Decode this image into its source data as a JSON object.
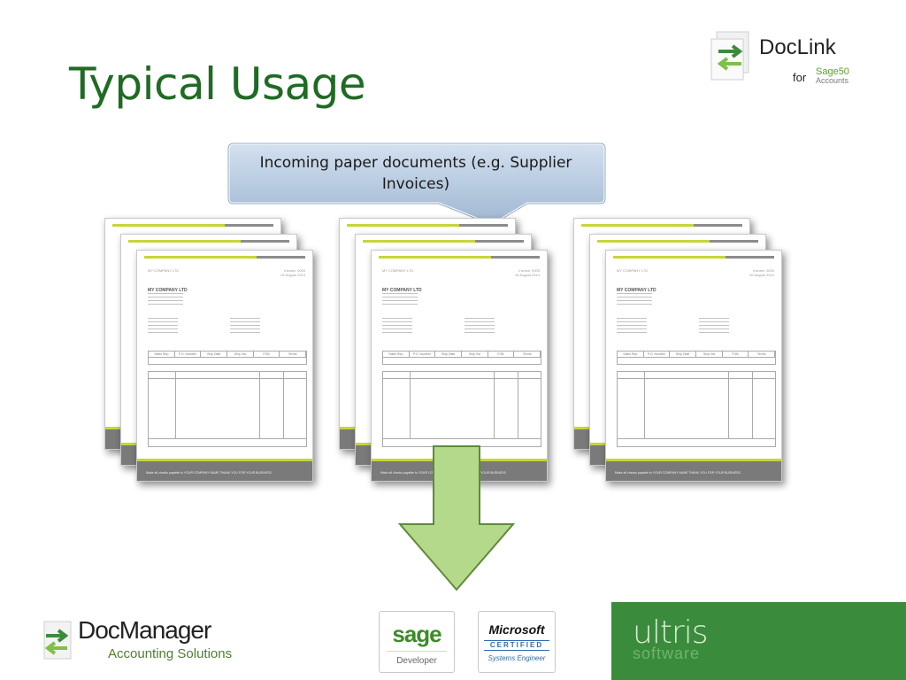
{
  "slide": {
    "title": "Typical Usage"
  },
  "doclink_logo": {
    "name": "DocLink",
    "for": "for",
    "sage": "Sage50",
    "sage_sub": "Accounts"
  },
  "callout": {
    "text": "Incoming paper documents (e.g. Supplier Invoices)"
  },
  "invoice": {
    "company": "MY COMPANY LTD",
    "invoice_no": "Invoice: 0000",
    "date": "02 August 2014",
    "table1_headers": [
      "Sales Rep",
      "P.O. Number",
      "Ship Date",
      "Ship Via",
      "FOB",
      "Terms"
    ],
    "footer": "Make all checks payable to YOUR COMPANY NAME  THANK YOU FOR YOUR BUSINESS"
  },
  "bottom_logos": {
    "docmanager_name": "DocManager",
    "docmanager_sub": "Accounting Solutions",
    "sage_word": "sage",
    "sage_sub": "Developer",
    "ms_word": "Microsoft",
    "ms_cert": "CERTIFIED",
    "ms_sub": "Systems Engineer",
    "ultris": "ultris",
    "software": "software"
  },
  "colors": {
    "title_green": "#1f6b23",
    "callout_fill": "#b8cde3",
    "arrow_fill": "#b4d98a",
    "arrow_stroke": "#5f8a3a",
    "accent_lime": "#c6d63a",
    "ultris_green": "#3a8c3c"
  }
}
